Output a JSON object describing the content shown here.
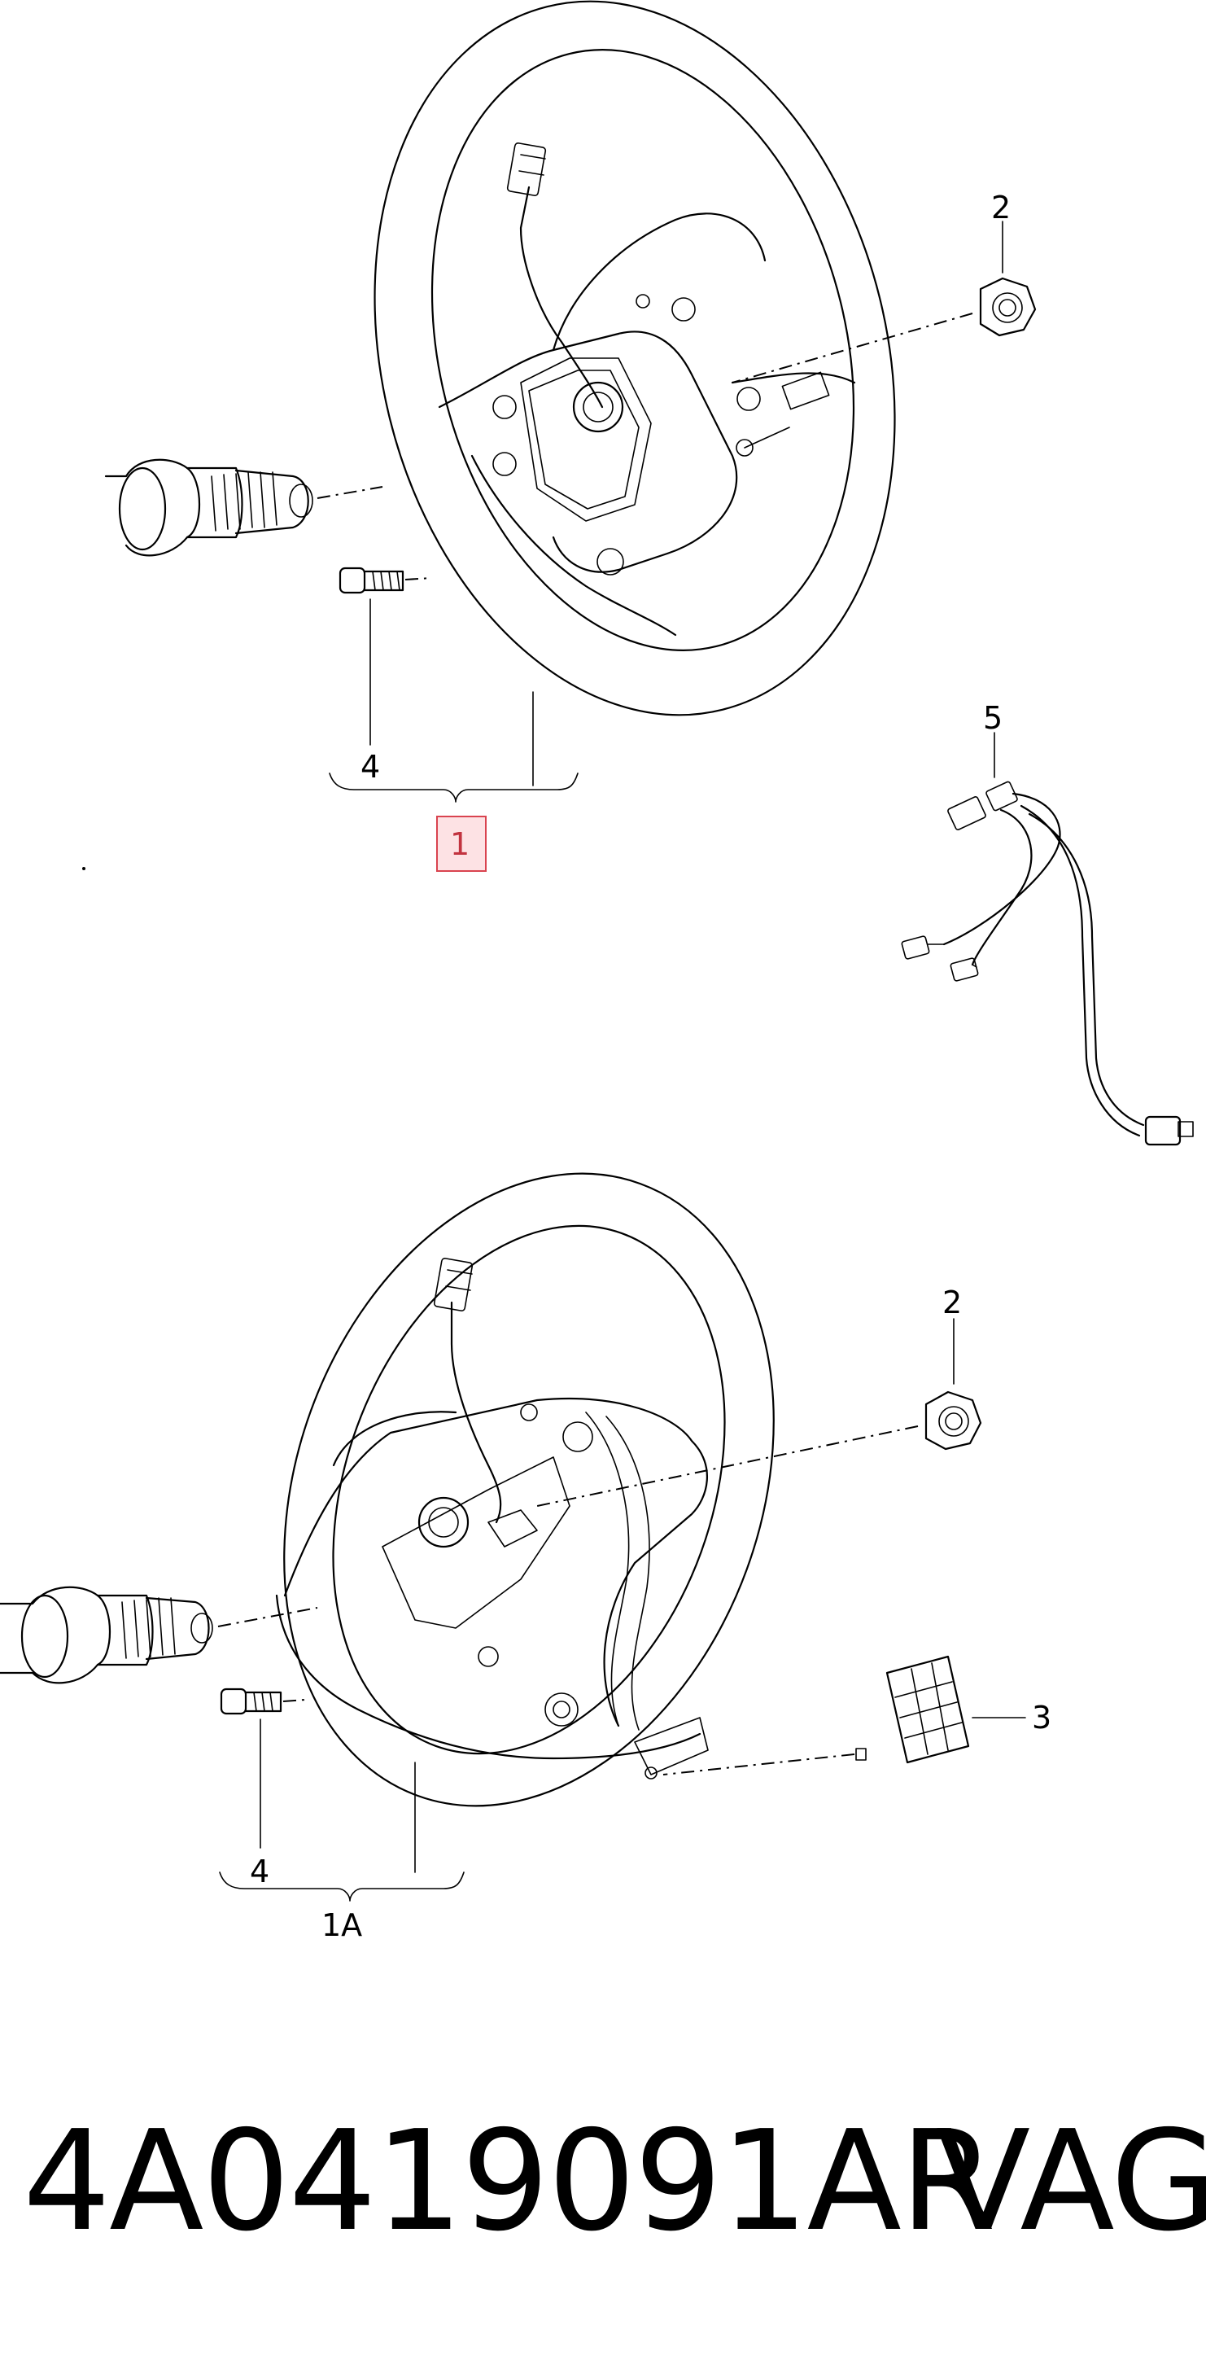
{
  "callouts": {
    "top_nut": "2",
    "top_bolt": "4",
    "top_assembly": "1",
    "harness": "5",
    "bottom_nut": "2",
    "bottom_plate": "3",
    "bottom_bolt": "4",
    "bottom_assembly": "1A"
  },
  "footer": {
    "part_number": "4A0419091AR",
    "brand": "VAG"
  },
  "colors": {
    "line": "#000000",
    "highlight_fill": "#fde2e4",
    "highlight_stroke": "#d9434f"
  }
}
